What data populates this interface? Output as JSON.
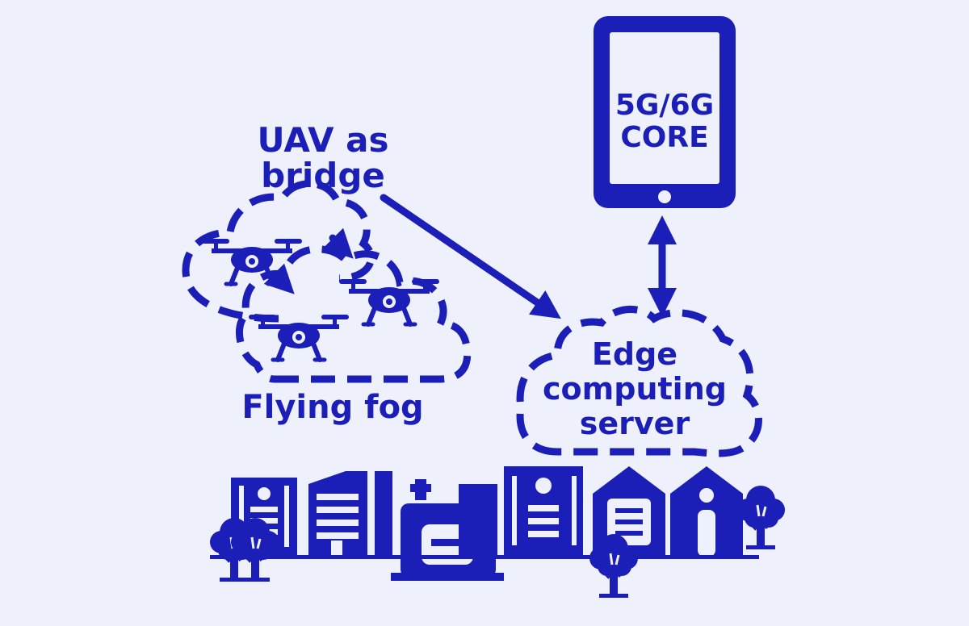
{
  "labels": {
    "uav_line1": "UAV as",
    "uav_line2": "bridge",
    "flying_fog": "Flying fog",
    "edge_line1": "Edge",
    "edge_line2": "computing",
    "edge_line3": "server",
    "core_line1": "5G/6G",
    "core_line2": "CORE"
  },
  "icons": [
    "drone-icon",
    "cloud-icon",
    "tablet-icon",
    "building-icon",
    "house-icon",
    "tree-icon",
    "arrow-icon"
  ],
  "colors": {
    "accent": "#1b1fb8",
    "background": "#eef0fb"
  }
}
